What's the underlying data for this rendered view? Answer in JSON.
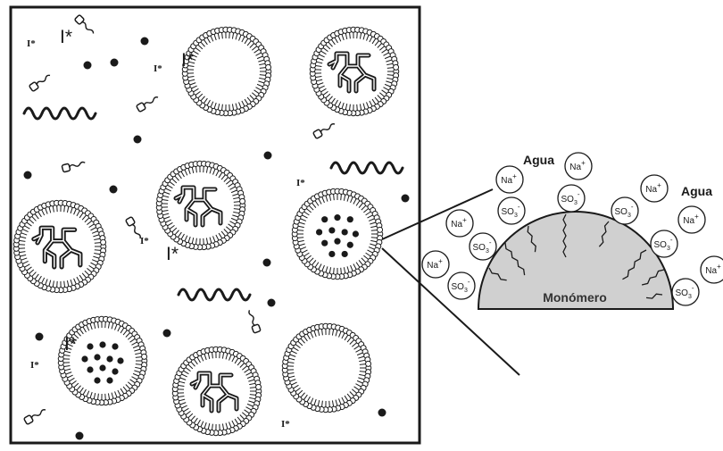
{
  "labels": {
    "initiator_small": "I*",
    "initiator_large": "I*",
    "water": "Agua",
    "sodium": "Na",
    "sodium_charge": "+",
    "sulfonate": "SO",
    "sulfonate_sub": "3",
    "sulfonate_charge": "-",
    "monomer": "Monómero"
  },
  "colors": {
    "ink": "#1a1a1a",
    "monomer_fill": "#d0d0d0",
    "background": "#ffffff"
  },
  "icons": {
    "micelle": "micelle-icon",
    "polymer_particle": "polymer-particle-icon",
    "monomer_droplet": "monomer-swollen-micelle-icon",
    "free_surfactant": "surfactant-molecule-icon",
    "polymer_chain": "polymer-chain-icon",
    "monomer_dot": "monomer-dot-icon",
    "initiator": "initiator-label"
  }
}
